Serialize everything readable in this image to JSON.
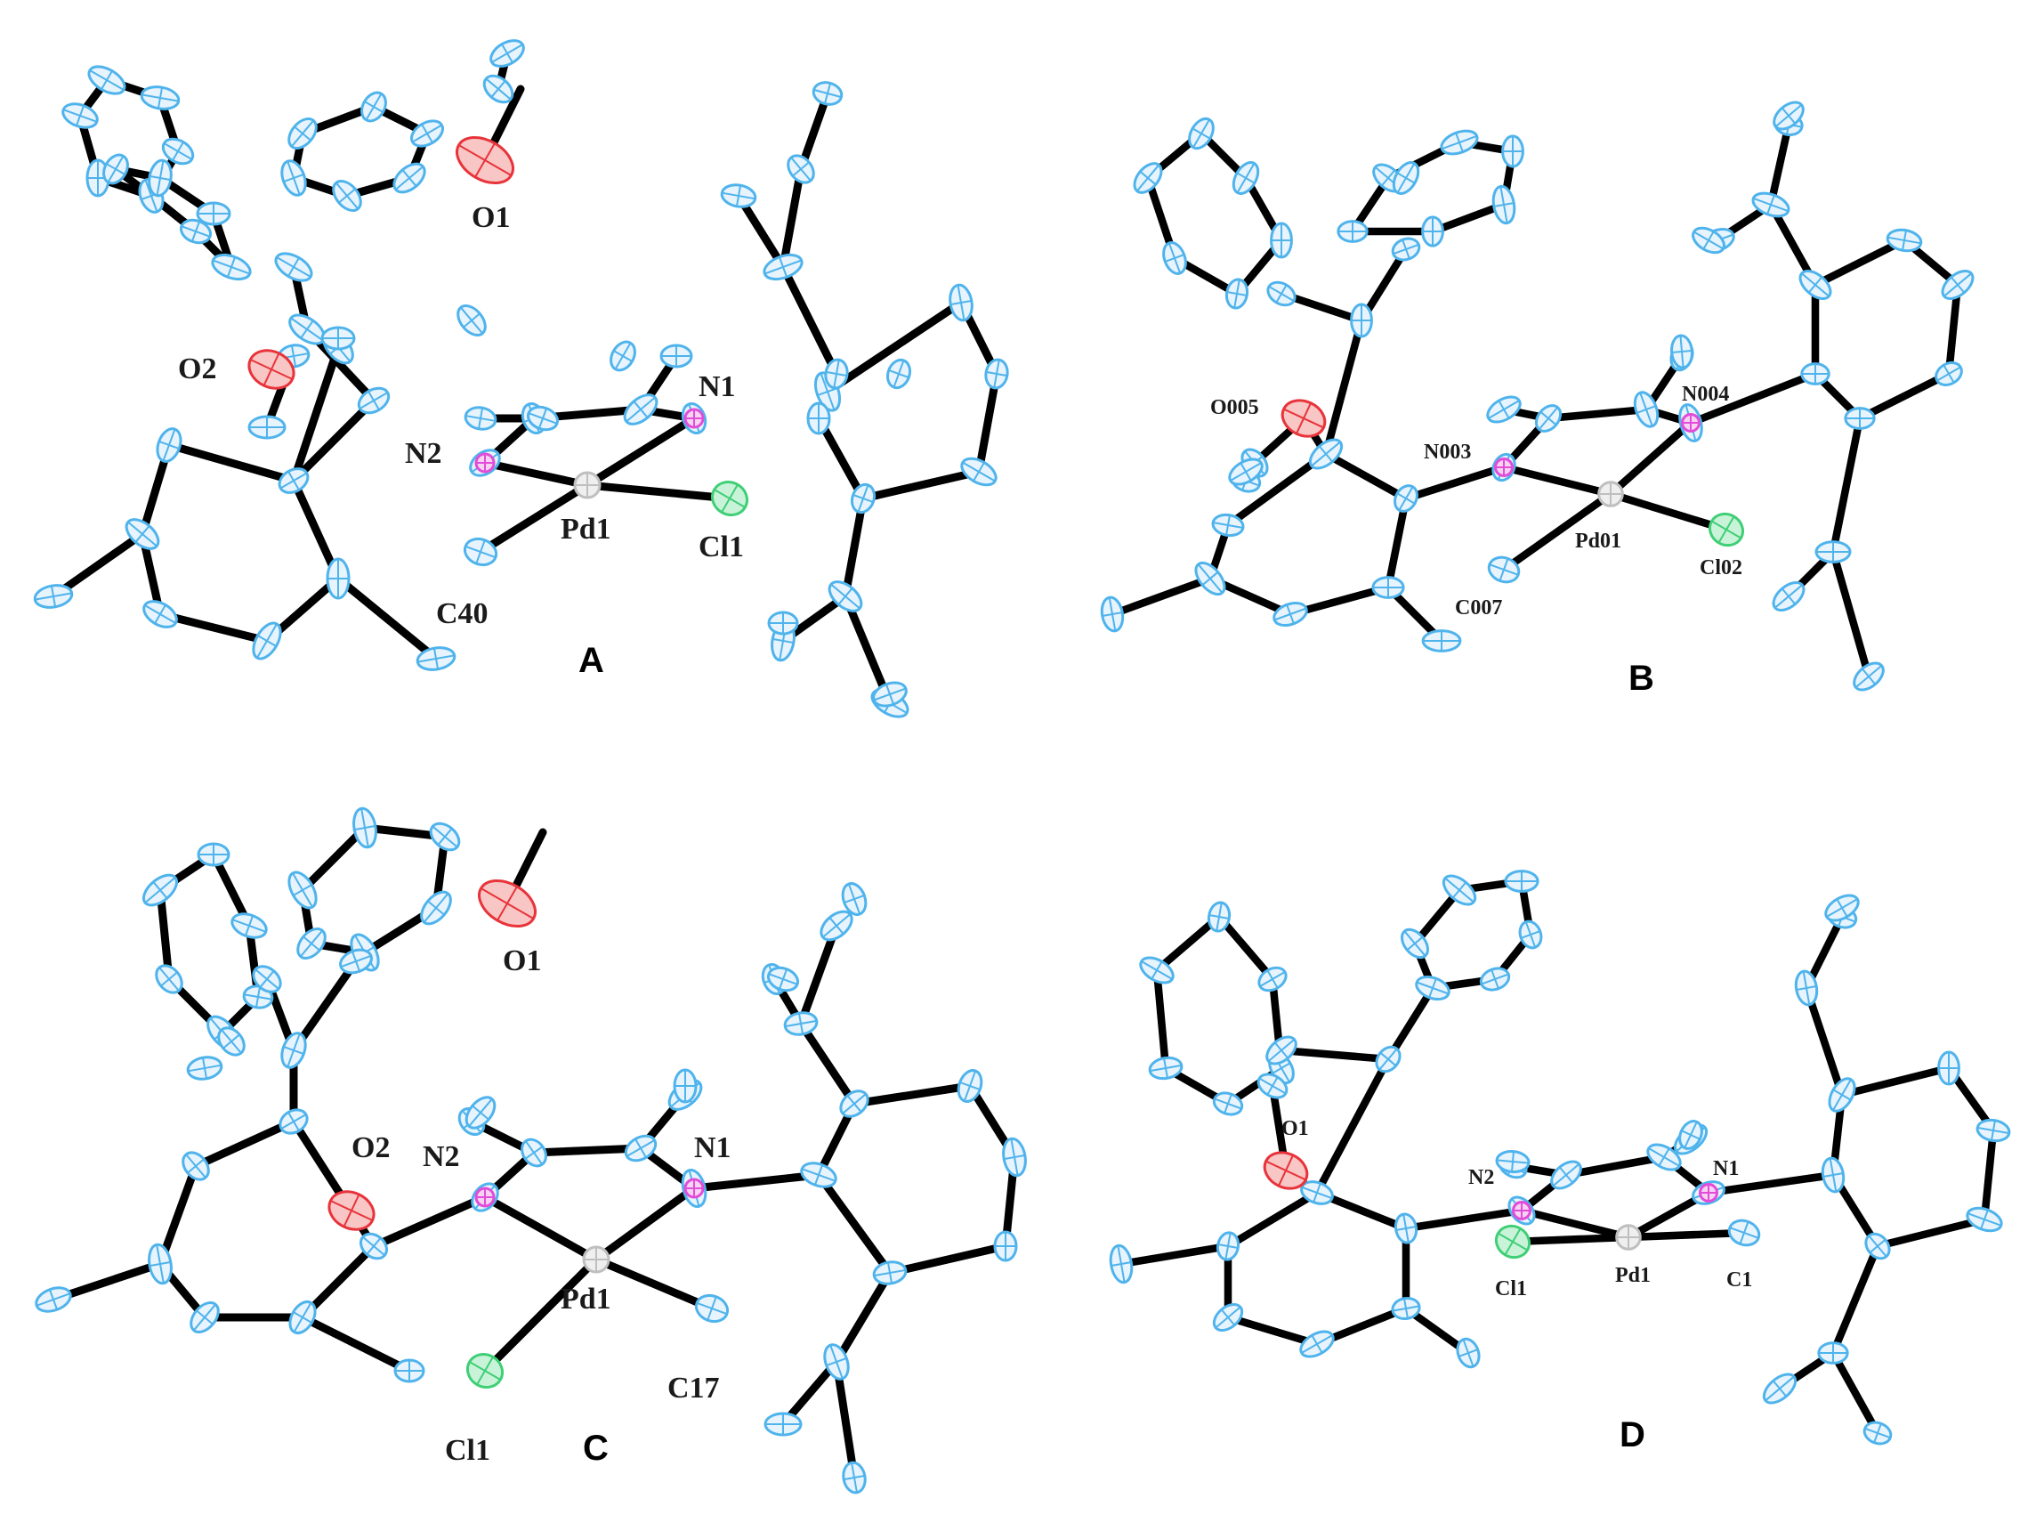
{
  "colors": {
    "carbon": "#4fb3ec",
    "carbon_fill": "#e7f4fd",
    "oxygen": "#e8333a",
    "oxygen_fill": "#f8c6c4",
    "nitrogen": "#e24cd8",
    "palladium": "#bfbfbf",
    "chlorine": "#3fcf76",
    "chlorine_fill": "#c9f3d8",
    "bond": "#000000"
  },
  "panels": [
    {
      "id": "A",
      "label": "A",
      "atoms": {
        "O1": "O1",
        "O2": "O2",
        "N1": "N1",
        "N2": "N2",
        "Pd": "Pd1",
        "Cl": "Cl1",
        "C": "C40"
      }
    },
    {
      "id": "B",
      "label": "B",
      "atoms": {
        "O1": "",
        "O2": "O005",
        "N1": "N004",
        "N2": "N003",
        "Pd": "Pd01",
        "Cl": "Cl02",
        "C": "C007"
      }
    },
    {
      "id": "C",
      "label": "C",
      "atoms": {
        "O1": "O1",
        "O2": "O2",
        "N1": "N1",
        "N2": "N2",
        "Pd": "Pd1",
        "Cl": "Cl1",
        "C": "C17"
      }
    },
    {
      "id": "D",
      "label": "D",
      "atoms": {
        "O1": "",
        "O2": "O1",
        "N1": "N1",
        "N2": "N2",
        "Pd": "Pd1",
        "Cl": "Cl1",
        "C": "C1"
      }
    }
  ]
}
